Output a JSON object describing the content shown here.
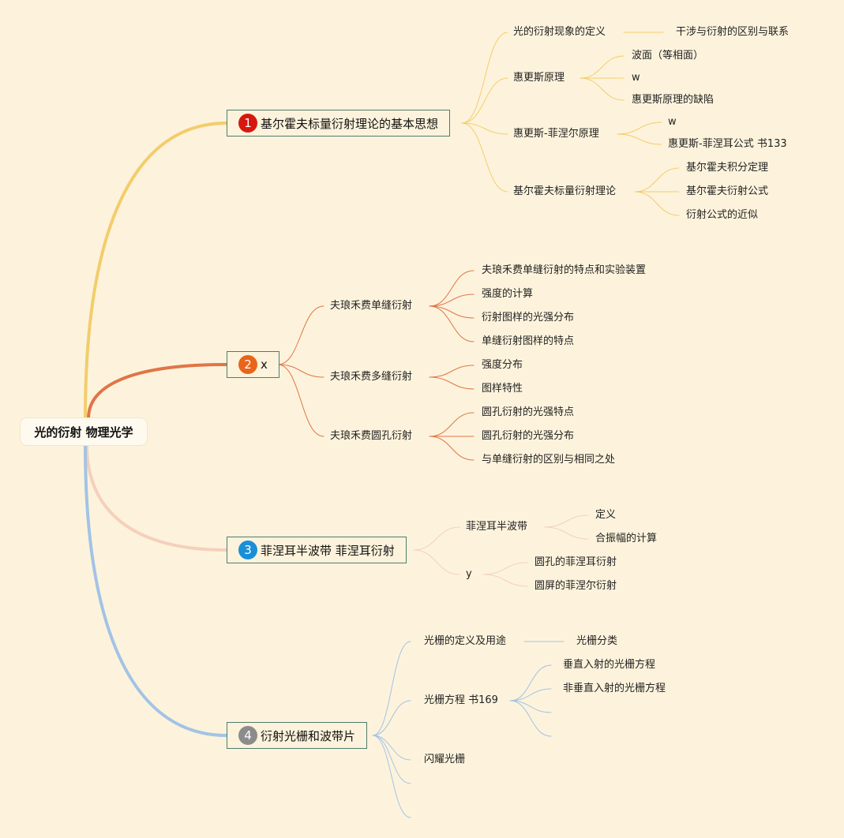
{
  "root": {
    "label": "光的衍射 物理光学"
  },
  "branches": [
    {
      "badge": "1",
      "label": "基尔霍夫标量衍射理论的基本思想",
      "color": "#f3cd6c",
      "badge_color": "#d6190f",
      "children": [
        {
          "label": "光的衍射现象的定义",
          "children": [
            {
              "label": "干涉与衍射的区别与联系"
            }
          ]
        },
        {
          "label": "惠更斯原理",
          "children": [
            {
              "label": "波面（等相面）"
            },
            {
              "label": "w"
            },
            {
              "label": "惠更斯原理的缺陷"
            }
          ]
        },
        {
          "label": "惠更斯-菲涅尔原理",
          "children": [
            {
              "label": "w"
            },
            {
              "label": "惠更斯-菲涅耳公式 书133"
            }
          ]
        },
        {
          "label": "基尔霍夫标量衍射理论",
          "children": [
            {
              "label": "基尔霍夫积分定理"
            },
            {
              "label": "基尔霍夫衍射公式"
            },
            {
              "label": "衍射公式的近似"
            }
          ]
        }
      ]
    },
    {
      "badge": "2",
      "label": "x",
      "color": "#e07548",
      "badge_color": "#e8651b",
      "children": [
        {
          "label": "夫琅禾费单缝衍射",
          "children": [
            {
              "label": "夫琅禾费单缝衍射的特点和实验装置"
            },
            {
              "label": "强度的计算"
            },
            {
              "label": "衍射图样的光强分布"
            },
            {
              "label": "单缝衍射图样的特点"
            }
          ]
        },
        {
          "label": "夫琅禾费多缝衍射",
          "children": [
            {
              "label": "强度分布"
            },
            {
              "label": "图样特性"
            }
          ]
        },
        {
          "label": "夫琅禾费圆孔衍射",
          "children": [
            {
              "label": "圆孔衍射的光强特点"
            },
            {
              "label": "圆孔衍射的光强分布"
            },
            {
              "label": "与单缝衍射的区别与相同之处"
            }
          ]
        }
      ]
    },
    {
      "badge": "3",
      "label": "菲涅耳半波带 菲涅耳衍射",
      "color": "#f5d0bc",
      "badge_color": "#1a8fd8",
      "children": [
        {
          "label": "菲涅耳半波带",
          "children": [
            {
              "label": "定义"
            },
            {
              "label": "合振幅的计算"
            }
          ]
        },
        {
          "label": "y",
          "children": [
            {
              "label": "圆孔的菲涅耳衍射"
            },
            {
              "label": "圆屏的菲涅尔衍射"
            }
          ]
        }
      ]
    },
    {
      "badge": "4",
      "label": "衍射光栅和波带片",
      "color": "#a3c3e6",
      "badge_color": "#8c8c8c",
      "children": [
        {
          "label": "光栅的定义及用途",
          "children": [
            {
              "label": "光栅分类"
            }
          ]
        },
        {
          "label": "光栅方程 书169",
          "children": [
            {
              "label": "垂直入射的光栅方程"
            },
            {
              "label": "非垂直入射的光栅方程"
            },
            {
              "label": ""
            },
            {
              "label": ""
            }
          ]
        },
        {
          "label": "闪耀光栅",
          "children": []
        },
        {
          "label": "",
          "children": []
        },
        {
          "label": "",
          "children": []
        }
      ]
    }
  ]
}
